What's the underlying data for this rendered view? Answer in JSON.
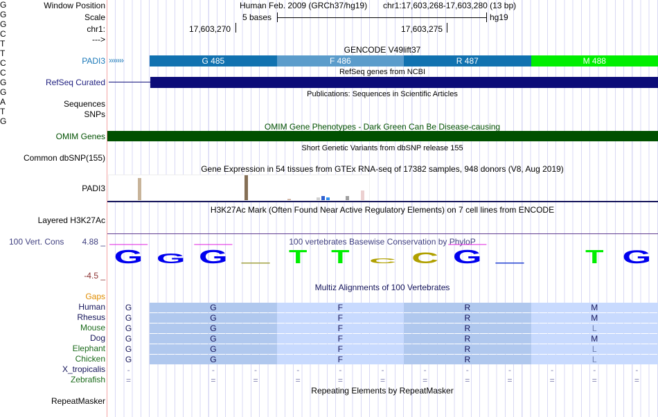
{
  "header": {
    "window_position_label": "Window Position",
    "scale_label": "Scale",
    "chr_label": "chr1:",
    "strand_label": "--->",
    "assembly": "Human Feb. 2009 (GRCh37/hg19)",
    "position": "chr1:17,603,268-17,603,280 (13 bp)",
    "scale_text": "5 bases",
    "scale_db": "hg19",
    "tick1": "17,603,270",
    "tick2": "17,603,275"
  },
  "bases": [
    "G",
    "G",
    "G",
    "C",
    "T",
    "T",
    "C",
    "C",
    "G",
    "G",
    "A",
    "T",
    "G"
  ],
  "tracks": {
    "gencode": {
      "title": "GENCODE V49lift37",
      "label": "PADI3",
      "arrows": "›››››››",
      "exons": [
        {
          "text": "G 485",
          "color": "#1172b0"
        },
        {
          "text": "F 486",
          "color": "#5b9ccb"
        },
        {
          "text": "R 487",
          "color": "#1172b0"
        },
        {
          "text": "M 488",
          "color": "#00ee00"
        }
      ]
    },
    "refseq": {
      "title": "RefSeq genes from NCBI",
      "label": "RefSeq Curated",
      "color": "#0c0c78"
    },
    "publications": {
      "title": "Publications: Sequences in Scientific Articles",
      "label": "Sequences"
    },
    "snps_label": "SNPs",
    "omim": {
      "title": "OMIM Gene Phenotypes - Dark Green Can Be Disease-causing",
      "label": "OMIM Genes",
      "color": "#005000"
    },
    "dbsnp": {
      "title": "Short Genetic Variants from dbSNP release 155",
      "label": "Common dbSNP(155)"
    },
    "gtex": {
      "title": "Gene Expression in 54 tissues from GTEx RNA-seq of 17382 samples, 948 donors (V8, Aug 2019)",
      "label": "PADI3",
      "values": [
        {
          "tissue_color": "#c8b49a",
          "value": 0.88
        },
        {
          "tissue_color": "#857056",
          "value": 1.0
        },
        {
          "tissue_color": "#d4b8a8",
          "value": 0.06
        },
        {
          "tissue_color": "#d0d0d0",
          "value": 0.12
        },
        {
          "tissue_color": "#3060d0",
          "value": 0.16
        },
        {
          "tissue_color": "#3090f0",
          "value": 0.1
        },
        {
          "tissue_color": "#a0a0a0",
          "value": 0.18
        },
        {
          "tissue_color": "#ecd0d0",
          "value": 0.4
        }
      ]
    },
    "h3k27ac": {
      "title": "H3K27Ac Mark (Often Found Near Active Regulatory Elements) on 7 cell lines from ENCODE",
      "label": "Layered H3K27Ac"
    },
    "phylop": {
      "title": "100 vertebrates Basewise Conservation by PhyloP",
      "label": "100 Vert. Cons",
      "ymax": "4.88 _",
      "ymin": "-4.5 _",
      "scores": [
        0.95,
        0.7,
        0.95,
        -0.05,
        0.95,
        0.95,
        0.35,
        0.75,
        0.95,
        -0.05,
        0,
        0.95,
        0.9
      ]
    },
    "multiz": {
      "title": "Multiz Alignments of 100 Vertebrates",
      "gaps_label": "Gaps",
      "species": [
        {
          "name": "Human",
          "color": "#14145a",
          "first": "G",
          "aa": [
            "G",
            "F",
            "R",
            "M"
          ],
          "type": "aa"
        },
        {
          "name": "Rhesus",
          "color": "#14145a",
          "first": "G",
          "aa": [
            "G",
            "F",
            "R",
            "M"
          ],
          "type": "aa"
        },
        {
          "name": "Mouse",
          "color": "#1a6a1a",
          "first": "G",
          "aa": [
            "G",
            "F",
            "R",
            "L"
          ],
          "type": "aa"
        },
        {
          "name": "Dog",
          "color": "#14145a",
          "first": "G",
          "aa": [
            "G",
            "F",
            "R",
            "M"
          ],
          "type": "aa"
        },
        {
          "name": "Elephant",
          "color": "#1a6a1a",
          "first": "G",
          "aa": [
            "G",
            "F",
            "R",
            "L"
          ],
          "type": "aa"
        },
        {
          "name": "Chicken",
          "color": "#1a6a1a",
          "first": "G",
          "aa": [
            "G",
            "F",
            "R",
            "L"
          ],
          "type": "aa"
        },
        {
          "name": "X_tropicalis",
          "color": "#14145a",
          "mark": "-",
          "type": "gap"
        },
        {
          "name": "Zebrafish",
          "color": "#1a6a1a",
          "mark": "=",
          "type": "gap"
        }
      ]
    },
    "repeatmasker": {
      "title": "Repeating Elements by RepeatMasker",
      "label": "RepeatMasker"
    }
  }
}
